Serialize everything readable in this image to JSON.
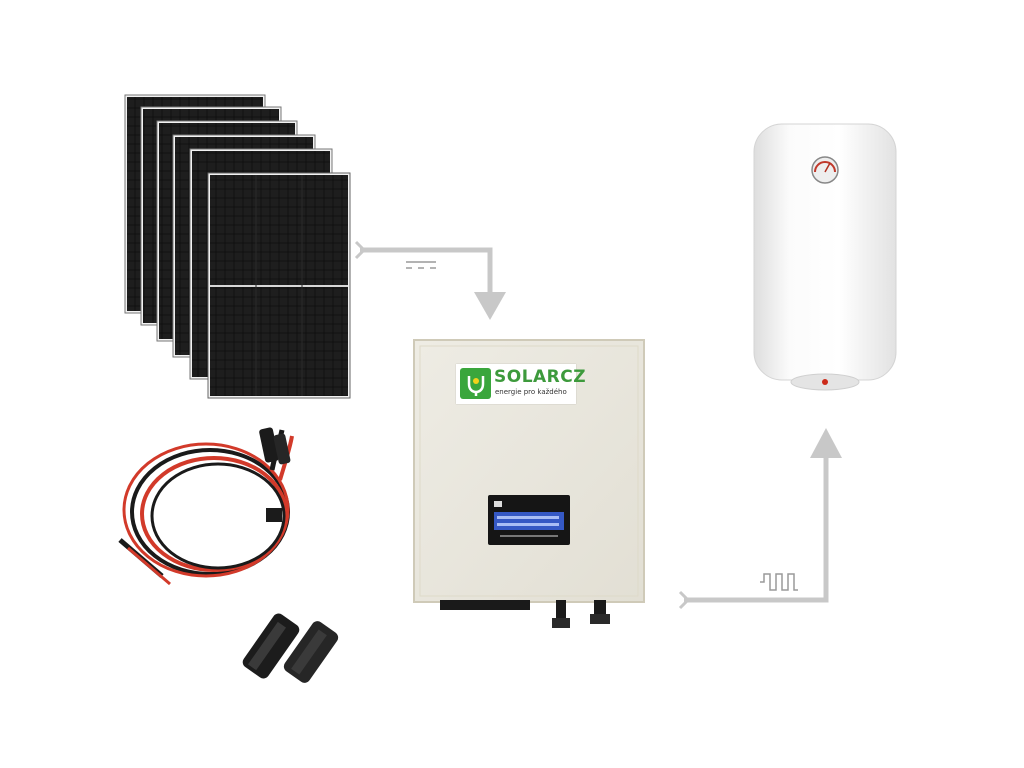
{
  "brand": {
    "name": "SOLARCZ",
    "tagline": "energie pro každého",
    "accent_color": "#3aa63c"
  },
  "scene": {
    "items": [
      "solar-panel-stack",
      "solar-cable-coil",
      "mc4-connectors",
      "solar-inverter",
      "water-heater-boiler"
    ],
    "flow_symbols": [
      "dc-symbol-icon",
      "ac-waveform-icon"
    ],
    "arrow_color": "#c8c8c8"
  }
}
